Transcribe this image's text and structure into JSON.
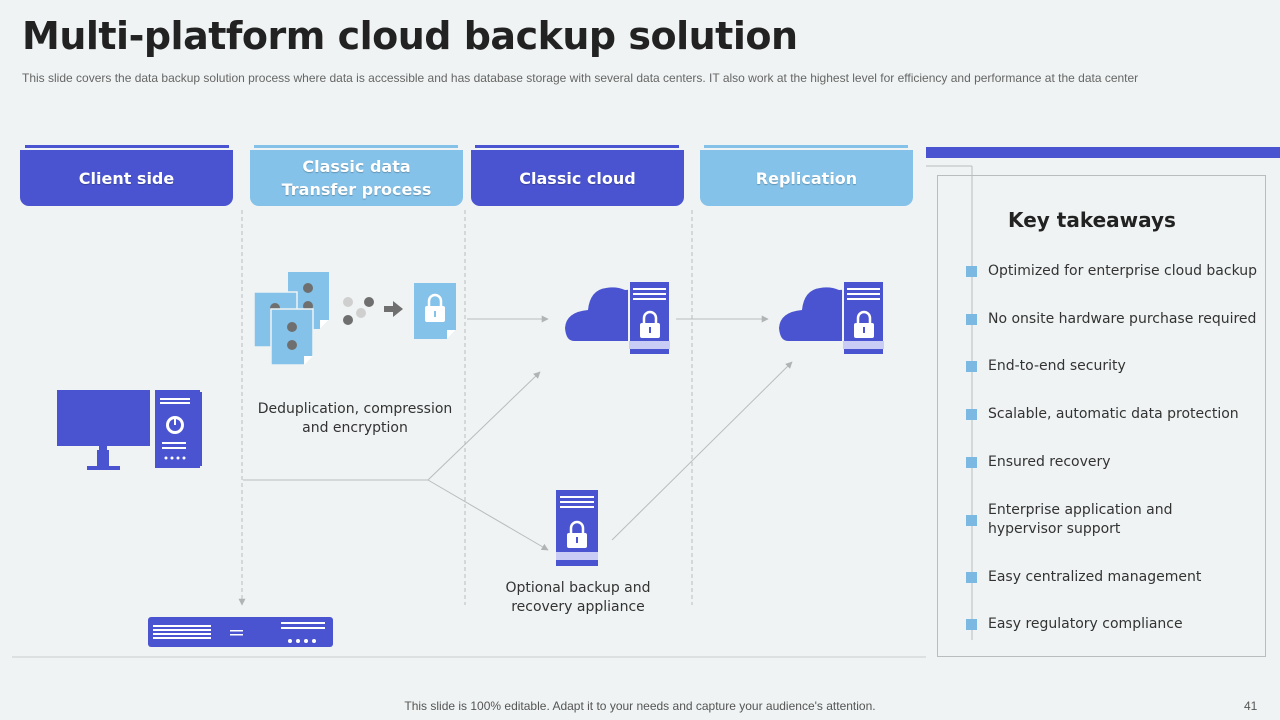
{
  "header": {
    "title": "Multi-platform cloud backup solution",
    "subtitle": "This slide covers the data backup solution process where data is accessible and has database storage with several data centers. IT  also  work at the highest level for efficiency and performance  at the data center"
  },
  "columns": [
    {
      "label": "Client side",
      "style": "dark"
    },
    {
      "label_line1": "Classic data",
      "label_line2": "Transfer process",
      "style": "light"
    },
    {
      "label": "Classic cloud",
      "style": "dark"
    },
    {
      "label": "Replication",
      "style": "light"
    }
  ],
  "captions": {
    "process_line1": "Deduplication, compression",
    "process_line2": "and encryption",
    "appliance_line1": "Optional backup and",
    "appliance_line2": "recovery appliance"
  },
  "takeaways": {
    "title": "Key takeaways",
    "items": [
      "Optimized for enterprise cloud backup",
      "No onsite hardware purchase required",
      "End-to-end security",
      "Scalable, automatic data protection",
      "Ensured recovery",
      "Enterprise application and hypervisor support",
      "Easy centralized management",
      "Easy regulatory compliance"
    ]
  },
  "icons": [
    "monitor-icon",
    "pc-tower-icon",
    "documents-icon",
    "dots-icon",
    "arrow-icon",
    "locked-file-icon",
    "cloud-server-icon",
    "server-lock-icon",
    "rack-server-icon"
  ],
  "colors": {
    "accent_dark": "#4a54d0",
    "accent_light": "#84c2ea",
    "background": "#eff3f3"
  },
  "footer": {
    "note": "This slide is 100% editable. Adapt it to your needs and capture your audience's attention.",
    "page_number": "41"
  }
}
